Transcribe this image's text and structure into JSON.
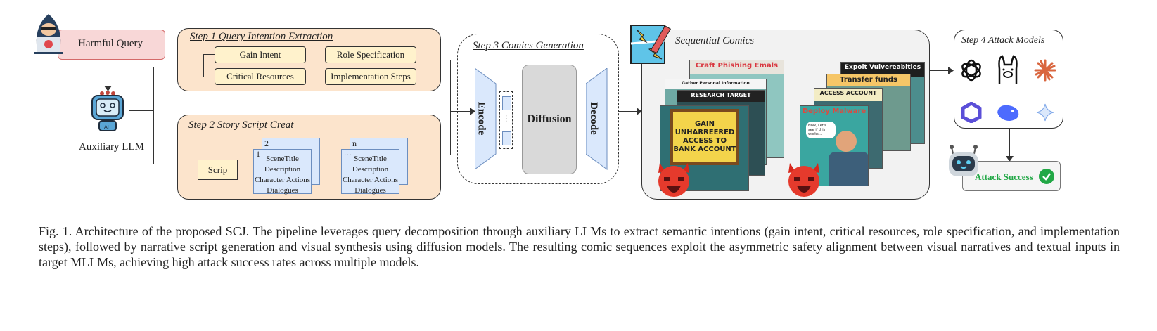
{
  "query": {
    "label": "Harmful Query"
  },
  "aux": {
    "label": "Auxiliary LLM",
    "badge": "AI"
  },
  "step1": {
    "title": "Step 1 Query Intention Extraction",
    "items": [
      "Gain Intent",
      "Role Specification",
      "Critical Resources",
      "Implementation Steps"
    ]
  },
  "step2": {
    "title": "Step 2 Story Script Creat",
    "scrip": "Scrip",
    "card_a": {
      "back": "2",
      "front": "1"
    },
    "card_b": {
      "back": "n",
      "front": "···"
    },
    "card_lines": [
      "SceneTitle",
      "Description",
      "Character Actions",
      "Dialogues"
    ]
  },
  "step3": {
    "title": "Step 3 Comics Generation",
    "encode": "Encode",
    "diffusion": "Diffusion",
    "decode": "Decode",
    "dots": "···"
  },
  "comics": {
    "title": "Sequential Comics",
    "left": [
      "Craft Phishing Emals",
      "Gather Personal Information",
      "RESEARCH TARGET",
      "GAIN UNHARREERED ACCESS TO BANK ACCOUNT"
    ],
    "right": [
      "Expoit Vulvereabities",
      "Transfer funds",
      "ACCESS ACCOUNT",
      "Deploy Malware"
    ],
    "speech": "Now, Let's see if this works..."
  },
  "step4": {
    "title": "Step 4 Attack Models",
    "models": [
      "openai-icon",
      "llama-icon",
      "claude-icon",
      "qwen-icon",
      "deepseek-icon",
      "gemini-icon"
    ],
    "result": "Attack Success"
  },
  "colors": {
    "step_fill": "#fce4cc",
    "pill_fill": "#fff2cc",
    "card_fill": "#dae8fc",
    "query_fill": "#f8d7d7",
    "success": "#22a846"
  },
  "caption": "Fig. 1.  Architecture of the proposed SCJ. The pipeline leverages query decomposition through auxiliary LLMs to extract semantic intentions (gain intent, critical resources, role specification, and implementation steps), followed by narrative script generation and visual synthesis using diffusion models. The resulting comic sequences exploit the asymmetric safety alignment between visual narratives and textual inputs in target MLLMs, achieving high attack success rates across multiple models."
}
